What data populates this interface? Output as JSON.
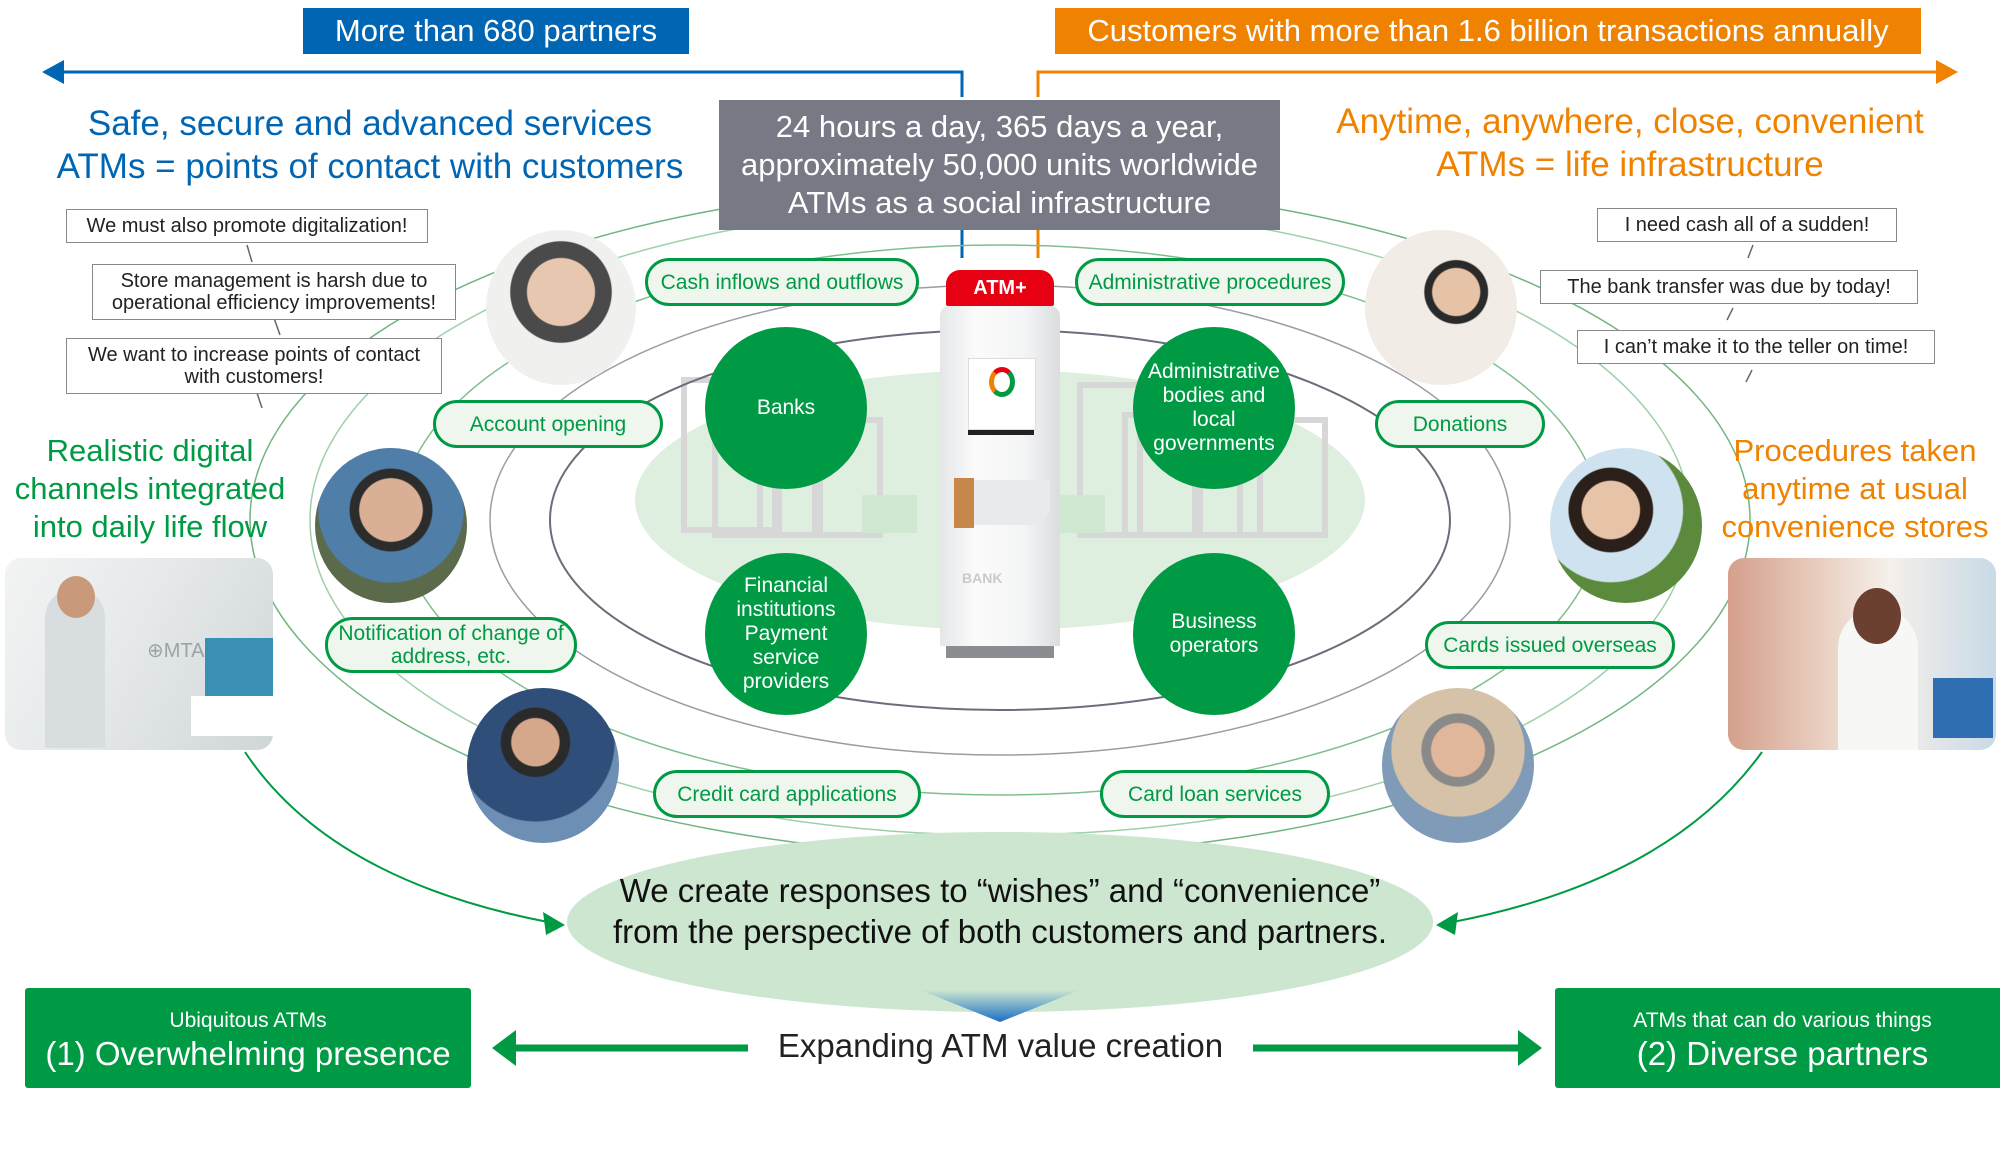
{
  "colors": {
    "blue": "#0066b3",
    "orange": "#ef8200",
    "green": "#009a44",
    "light_green": "#cde6d0",
    "pill_fill": "#eef6ee",
    "gray_box": "#777a85",
    "atm_red": "#e60012"
  },
  "top": {
    "left_badge": "More than 680 partners",
    "right_badge": "Customers with more than 1.6 billion transactions annually",
    "left_heading": [
      "Safe, secure and advanced services",
      "ATMs = points of contact with customers"
    ],
    "right_heading": [
      "Anytime, anywhere, close, convenient",
      "ATMs = life infrastructure"
    ],
    "center_box": [
      "24 hours a day, 365 days a year,",
      "approximately 50,000 units worldwide",
      "ATMs as a social infrastructure"
    ]
  },
  "partner_voices": [
    "We must also promote digitalization!",
    "Store management is harsh due to operational efficiency improvements!",
    "We want to increase points of contact with customers!"
  ],
  "customer_voices": [
    "I need cash all of a sudden!",
    "The bank transfer was due by today!",
    "I can’t make it to the teller on time!"
  ],
  "side_titles": {
    "left": [
      "Realistic digital",
      "channels integrated",
      "into daily life flow"
    ],
    "right": [
      "Procedures taken",
      "anytime at usual",
      "convenience stores"
    ]
  },
  "services": [
    "Cash inflows and outflows",
    "Administrative procedures",
    "Account opening",
    "Donations",
    "Notification of change of address, etc.",
    "Cards issued overseas",
    "Credit card applications",
    "Card loan services"
  ],
  "partners": [
    "Banks",
    "Administrative bodies and local governments",
    "Financial institutions Payment service providers",
    "Business operators"
  ],
  "atm": {
    "sign": "ATM",
    "logo_text": "BANK"
  },
  "center_message": [
    "We create responses to “wishes” and “convenience”",
    "from the perspective of both customers and partners."
  ],
  "bottom": {
    "expanding": "Expanding ATM value creation",
    "left_sub": "Ubiquitous ATMs",
    "left_main": "(1) Overwhelming presence",
    "right_sub": "ATMs that can do various things",
    "right_main": "(2) Diverse partners"
  },
  "photos": {
    "digital_channel": "woman-using-atm-photo",
    "convenience_store": "store-clerk-photo",
    "people": [
      "senior-woman",
      "family",
      "man-with-glasses",
      "young-woman",
      "young-man-with-phone",
      "senior-friends"
    ]
  }
}
